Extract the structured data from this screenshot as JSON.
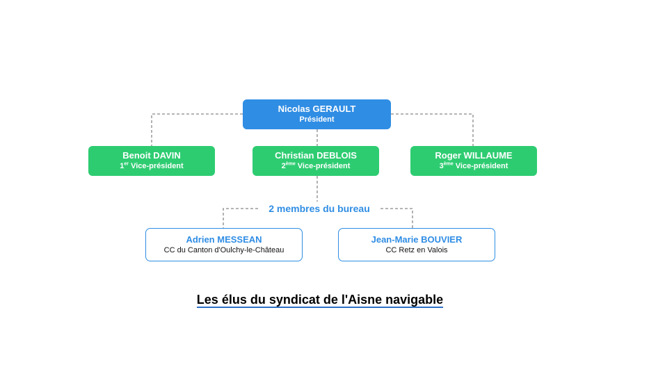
{
  "president": {
    "name": "Nicolas GERAULT",
    "role": "Président"
  },
  "vice_presidents": [
    {
      "name": "Benoit DAVIN",
      "ordinal": "1",
      "suffix": "er",
      "role": " Vice-président"
    },
    {
      "name": "Christian DEBLOIS",
      "ordinal": "2",
      "suffix": "ème",
      "role": " Vice-président"
    },
    {
      "name": "Roger WILLAUME",
      "ordinal": "3",
      "suffix": "ème",
      "role": " Vice-président"
    }
  ],
  "bureau": {
    "label": "2 membres du bureau",
    "members": [
      {
        "name": "Adrien MESSEAN",
        "org": "CC du Canton d'Oulchy-le-Château"
      },
      {
        "name": "Jean-Marie BOUVIER",
        "org": "CC Retz en Valois"
      }
    ]
  },
  "caption": "Les élus du syndicat de l'Aisne navigable",
  "colors": {
    "president": "#2f8de4",
    "vice_president": "#2ecc71",
    "bureau": "#2f8de4",
    "connector": "#888888"
  }
}
